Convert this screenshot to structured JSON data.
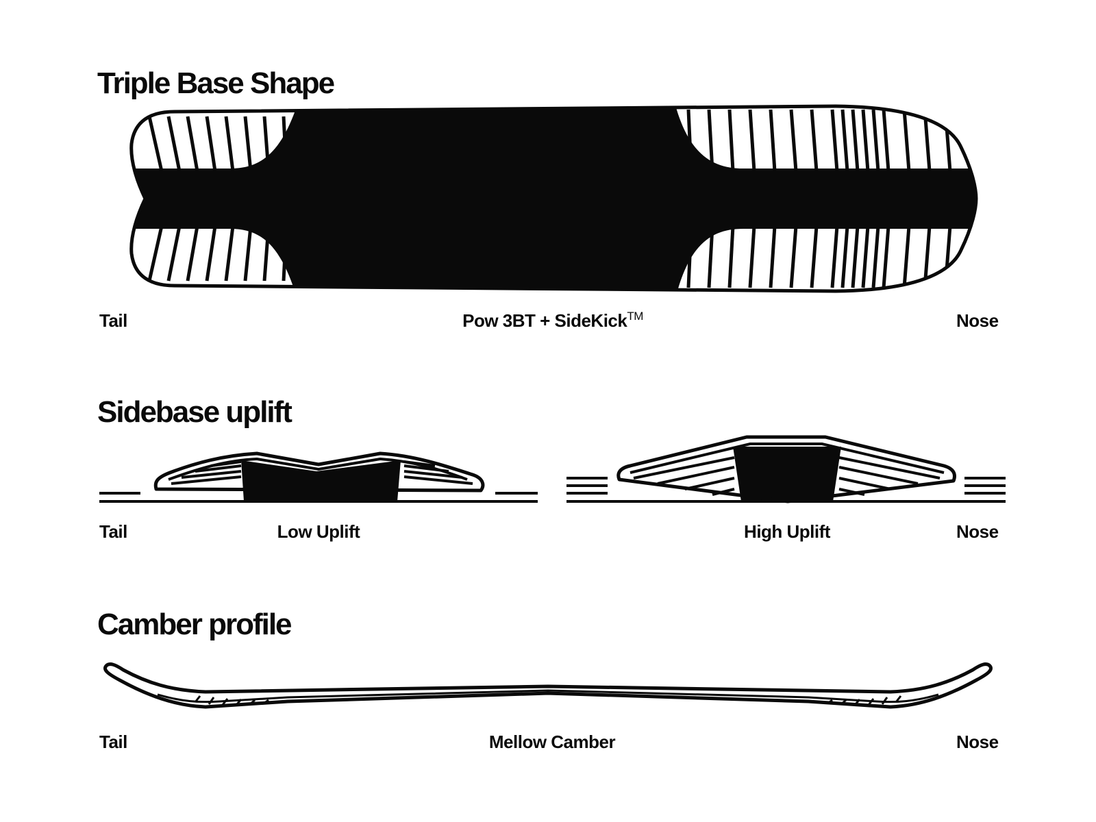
{
  "sections": {
    "base": {
      "heading": "Triple Base Shape",
      "tail": "Tail",
      "caption": "Pow 3BT + SideKick",
      "caption_mark": "TM",
      "nose": "Nose"
    },
    "uplift": {
      "heading": "Sidebase uplift",
      "tail": "Tail",
      "low_label": "Low Uplift",
      "high_label": "High Uplift",
      "nose": "Nose"
    },
    "camber": {
      "heading": "Camber profile",
      "tail": "Tail",
      "caption": "Mellow Camber",
      "nose": "Nose"
    }
  },
  "colors": {
    "ink": "#0a0a0a",
    "paper": "#ffffff"
  }
}
